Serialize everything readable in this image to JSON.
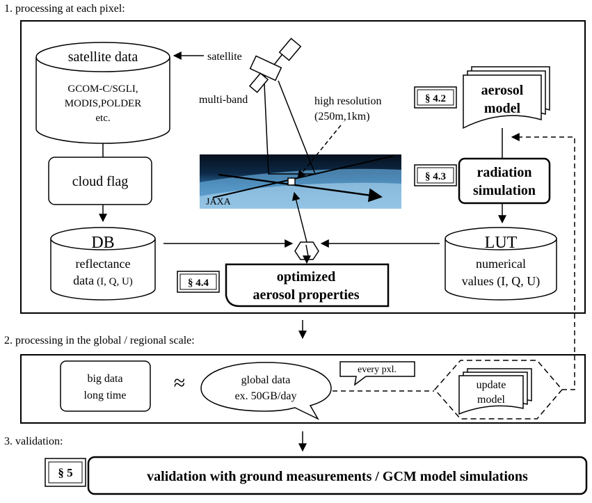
{
  "sections": {
    "s1": "1. processing at each pixel:",
    "s2": "2. processing in the global / regional scale:",
    "s3": "3. validation:"
  },
  "satellite_db": {
    "title": "satellite  data",
    "line1": "GCOM-C/SGLI,",
    "line2": "MODIS,POLDER",
    "line3": "etc."
  },
  "satellite_label": "satellite",
  "multiband_label": "multi-band",
  "highres_label": {
    "line1": "high resolution",
    "line2": "(250m,1km)"
  },
  "image_credit": "JAXA",
  "cloud_flag": "cloud flag",
  "db_cyl": {
    "title": "DB",
    "line1": "reflectance",
    "line2": "data",
    "line2_suffix": "(I, Q, U)"
  },
  "lut_cyl": {
    "title": "LUT",
    "line1": "numerical",
    "line2": "values (I, Q, U)"
  },
  "aerosol_model": {
    "line1": "aerosol",
    "line2": "model"
  },
  "radiation_sim": {
    "line1": "radiation",
    "line2": "simulation"
  },
  "optimized": {
    "line1": "optimized",
    "line2": "aerosol properties"
  },
  "sec_refs": {
    "s42": "§ 4.2",
    "s43": "§ 4.3",
    "s44": "§ 4.4",
    "s5": "§ 5"
  },
  "big_data": {
    "line1": "big data",
    "line2": "long time"
  },
  "approx_symbol": "≈",
  "global_data": {
    "line1": "global data",
    "line2": "ex. 50GB/day"
  },
  "every_pxl": "every pxl.",
  "update_model": {
    "line1": "update",
    "line2": "model"
  },
  "validation_text": "validation with ground measurements / GCM model simulations"
}
